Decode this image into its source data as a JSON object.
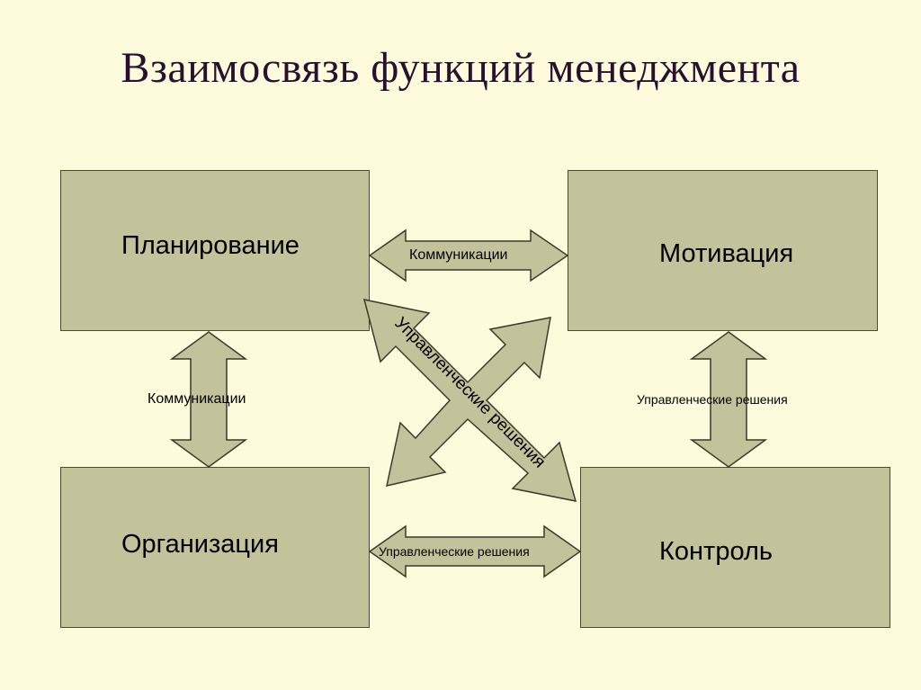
{
  "title": "Взаимосвязь функций менеджмента",
  "boxes": {
    "planning": "Планирование",
    "motivation": "Мотивация",
    "organization": "Организация",
    "control": "Контроль"
  },
  "links": {
    "planning_motivation": "Коммуникации",
    "planning_organization": "Коммуникации",
    "motivation_control": "Управленческие решения",
    "organization_control": "Управленческие решения",
    "diagonal": "Управленческие решения"
  },
  "colors": {
    "background": "#fcfcdc",
    "box_fill": "#c3c39b",
    "outline": "#4a4a3a",
    "title": "#2a1030"
  }
}
